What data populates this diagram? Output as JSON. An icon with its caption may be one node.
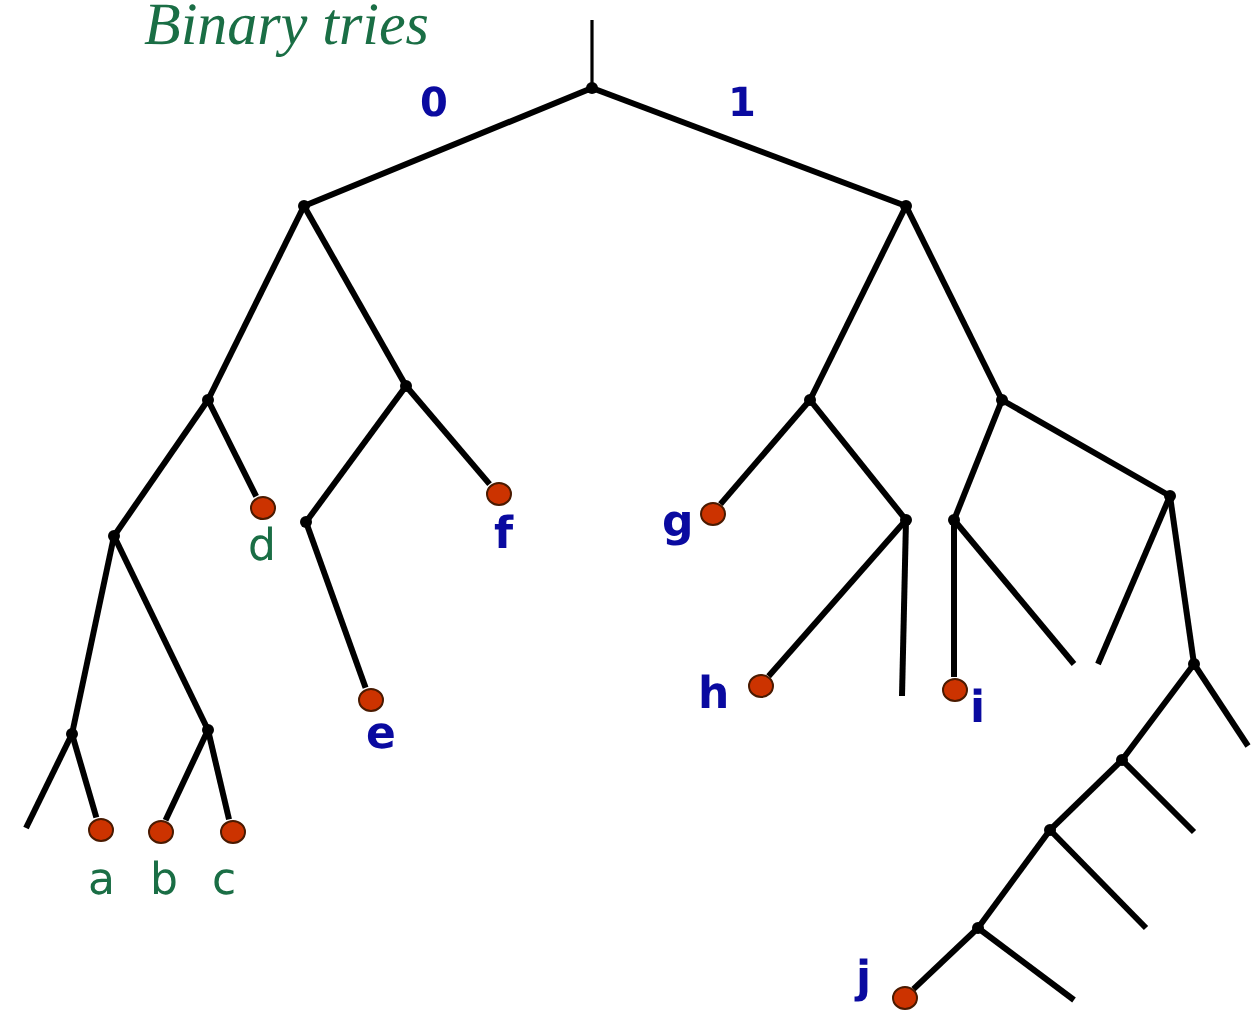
{
  "diagram": {
    "title": "Binary tries",
    "nodes": [
      {
        "text": [],
        "shape": "point"
      },
      {
        "text": [],
        "shape": "point"
      },
      {
        "text": [],
        "shape": "point"
      },
      {
        "text": [],
        "shape": "point"
      },
      {
        "text": [],
        "shape": "point"
      },
      {
        "text": [],
        "shape": "point"
      },
      {
        "text": [],
        "shape": "point"
      },
      {
        "text": [],
        "shape": "circle",
        "beside": [
          "d"
        ]
      },
      {
        "text": [],
        "shape": "circle",
        "beside": [
          "f"
        ]
      },
      {
        "text": [],
        "shape": "point"
      },
      {
        "text": [],
        "shape": "circle",
        "beside": [
          "g"
        ]
      },
      {
        "text": [],
        "shape": "point"
      },
      {
        "text": [],
        "shape": "point"
      },
      {
        "text": [],
        "shape": "point"
      },
      {
        "text": [],
        "shape": "point"
      },
      {
        "text": [],
        "shape": "point"
      },
      {
        "text": [],
        "shape": "circle",
        "beside": [
          "e"
        ]
      },
      {
        "text": [],
        "shape": "circle",
        "beside": [
          "h"
        ]
      },
      {
        "text": [],
        "shape": "circle",
        "beside": [
          "i"
        ]
      },
      {
        "text": [],
        "shape": "point"
      },
      {
        "text": [],
        "shape": "point"
      },
      {
        "text": [],
        "shape": "point"
      },
      {
        "text": [],
        "shape": "circle",
        "beside": [
          "a"
        ]
      },
      {
        "text": [],
        "shape": "circle",
        "beside": [
          "b"
        ]
      },
      {
        "text": [],
        "shape": "circle",
        "beside": [
          "c"
        ]
      },
      {
        "text": [],
        "shape": "point"
      },
      {
        "text": [],
        "shape": "point"
      },
      {
        "text": [],
        "shape": "circle",
        "beside": [
          "j"
        ]
      }
    ],
    "edges": [
      {
        "from": null,
        "to": 0,
        "arrow": "none"
      },
      {
        "from": 0,
        "to": 1,
        "arrow": "none",
        "label": "0"
      },
      {
        "from": 0,
        "to": 2,
        "arrow": "none",
        "label": "1"
      },
      {
        "from": 1,
        "to": 3,
        "arrow": "none"
      },
      {
        "from": 1,
        "to": 4,
        "arrow": "none"
      },
      {
        "from": 3,
        "to": 11,
        "arrow": "none"
      },
      {
        "from": 3,
        "to": 7,
        "arrow": "none"
      },
      {
        "from": 11,
        "to": 19,
        "arrow": "none"
      },
      {
        "from": 11,
        "to": 20,
        "arrow": "none"
      },
      {
        "from": 19,
        "to": null,
        "arrow": "none"
      },
      {
        "from": 19,
        "to": 22,
        "arrow": "none"
      },
      {
        "from": 20,
        "to": 23,
        "arrow": "none"
      },
      {
        "from": 20,
        "to": 24,
        "arrow": "none"
      },
      {
        "from": 4,
        "to": 12,
        "arrow": "none"
      },
      {
        "from": 4,
        "to": 8,
        "arrow": "none"
      },
      {
        "from": 12,
        "to": 16,
        "arrow": "none"
      },
      {
        "from": 2,
        "to": 5,
        "arrow": "none"
      },
      {
        "from": 2,
        "to": 6,
        "arrow": "none"
      },
      {
        "from": 5,
        "to": 10,
        "arrow": "none"
      },
      {
        "from": 5,
        "to": 13,
        "arrow": "none"
      },
      {
        "from": 13,
        "to": 17,
        "arrow": "none"
      },
      {
        "from": 13,
        "to": null,
        "arrow": "none"
      },
      {
        "from": 6,
        "to": 14,
        "arrow": "none"
      },
      {
        "from": 6,
        "to": 9,
        "arrow": "none"
      },
      {
        "from": 14,
        "to": 18,
        "arrow": "none"
      },
      {
        "from": 14,
        "to": null,
        "arrow": "none"
      },
      {
        "from": 9,
        "to": null,
        "arrow": "none"
      },
      {
        "from": 9,
        "to": 15,
        "arrow": "none"
      },
      {
        "from": 15,
        "to": null,
        "arrow": "none"
      },
      {
        "from": 15,
        "to": 21,
        "arrow": "none"
      },
      {
        "from": 21,
        "to": 25,
        "arrow": "none"
      },
      {
        "from": 21,
        "to": null,
        "arrow": "none"
      },
      {
        "from": 25,
        "to": 26,
        "arrow": "none"
      },
      {
        "from": 25,
        "to": null,
        "arrow": "none"
      },
      {
        "from": 26,
        "to": 27,
        "arrow": "none"
      },
      {
        "from": 26,
        "to": null,
        "arrow": "none"
      }
    ]
  }
}
